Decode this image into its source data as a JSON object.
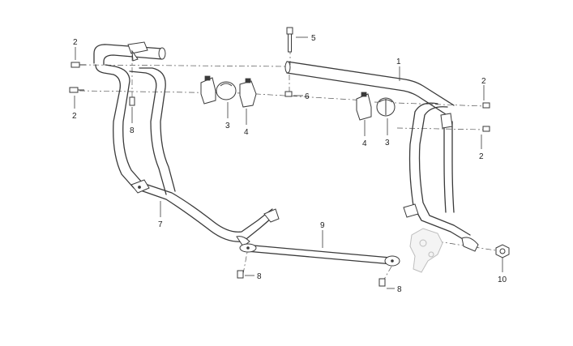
{
  "callouts": [
    {
      "id": "c1",
      "label": "1"
    },
    {
      "id": "c2a",
      "label": "2"
    },
    {
      "id": "c2b",
      "label": "2"
    },
    {
      "id": "c2c",
      "label": "2"
    },
    {
      "id": "c2d",
      "label": "2"
    },
    {
      "id": "c3a",
      "label": "3"
    },
    {
      "id": "c3b",
      "label": "3"
    },
    {
      "id": "c4a",
      "label": "4"
    },
    {
      "id": "c4b",
      "label": "4"
    },
    {
      "id": "c5",
      "label": "5"
    },
    {
      "id": "c6",
      "label": "6"
    },
    {
      "id": "c7",
      "label": "7"
    },
    {
      "id": "c8a",
      "label": "8"
    },
    {
      "id": "c8b",
      "label": "8"
    },
    {
      "id": "c8c",
      "label": "8"
    },
    {
      "id": "c9",
      "label": "9"
    },
    {
      "id": "c10",
      "label": "10"
    }
  ]
}
